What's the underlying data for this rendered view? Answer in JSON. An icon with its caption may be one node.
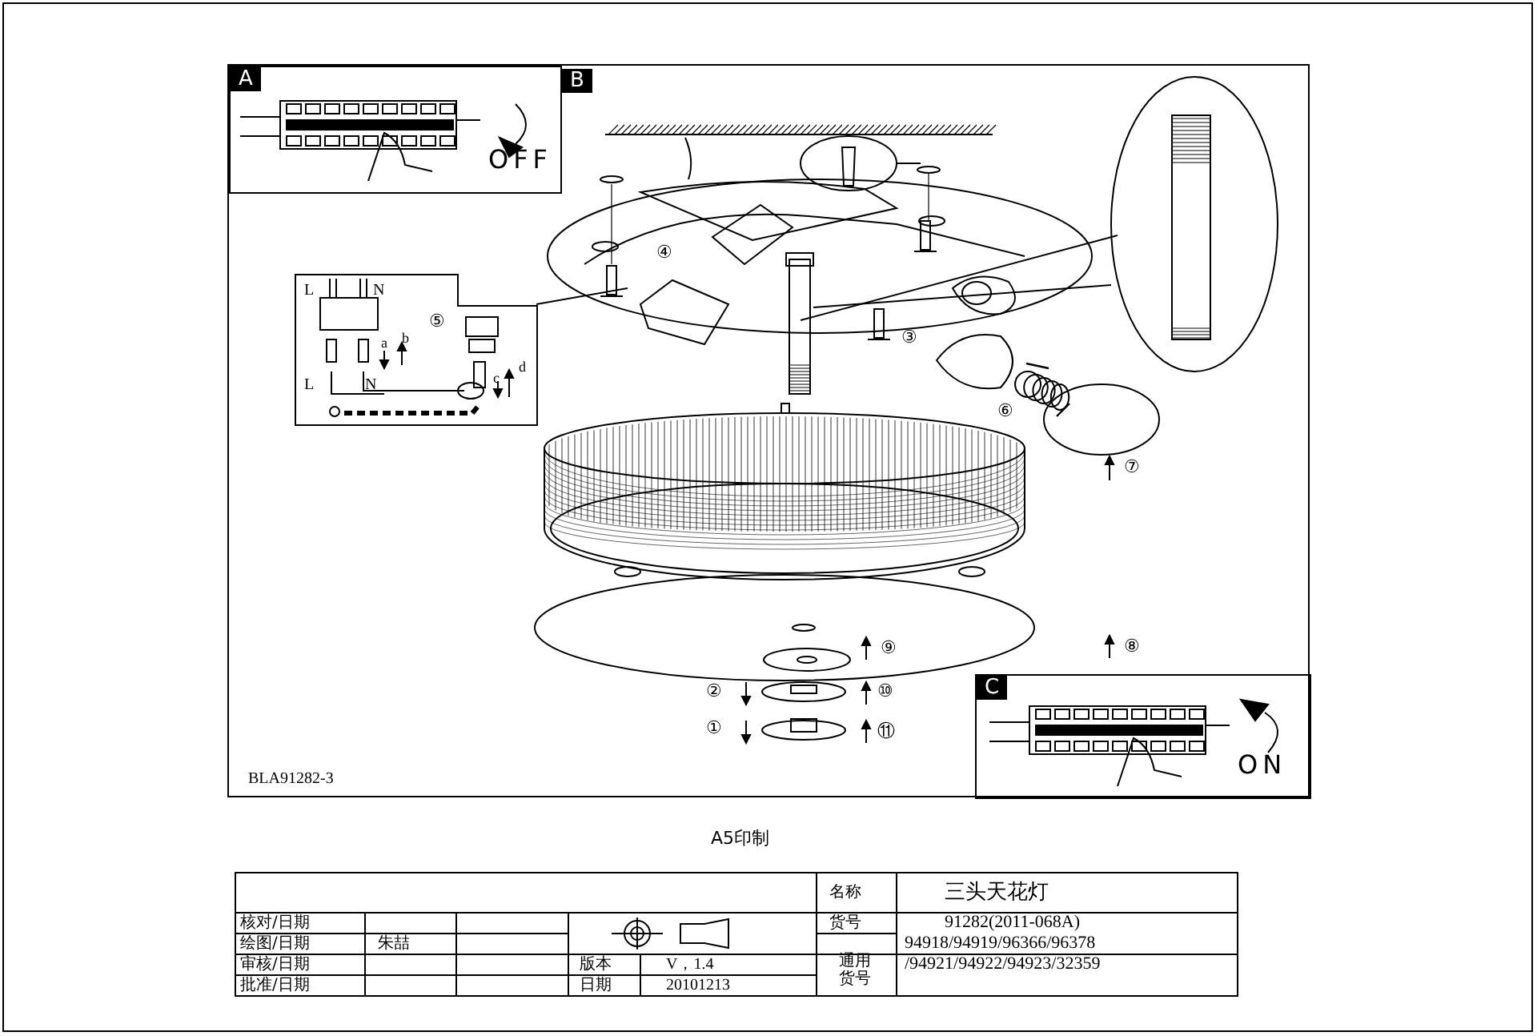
{
  "diagram": {
    "nodes": [
      {
        "text": [
          "B"
        ]
      },
      {
        "text": [
          "A",
          "OFF"
        ],
        "in": 0
      },
      {
        "text": [
          "L",
          "N",
          "⑤",
          "a",
          "b",
          "L",
          "N",
          "c",
          "d"
        ],
        "in": 0
      },
      {
        "text": [
          "C",
          "ON"
        ],
        "in": 0
      }
    ],
    "labels": [
      "④",
      "③",
      "⑥",
      "⑦",
      "⑨",
      "⑧",
      "②",
      "⑩",
      "①",
      "⑪",
      "BLA91282-3",
      "A5印制",
      "名称",
      "三头天花灯",
      "核对/日期",
      "货号",
      "91282(2011-068A)",
      "绘图/日期",
      "朱喆",
      "94918/94919/96366/96378",
      "审核/日期",
      "版本",
      "V，1.4",
      "通用货号",
      "/94921/94922/94923/32359",
      "批准/日期",
      "日期",
      "20101213"
    ]
  }
}
